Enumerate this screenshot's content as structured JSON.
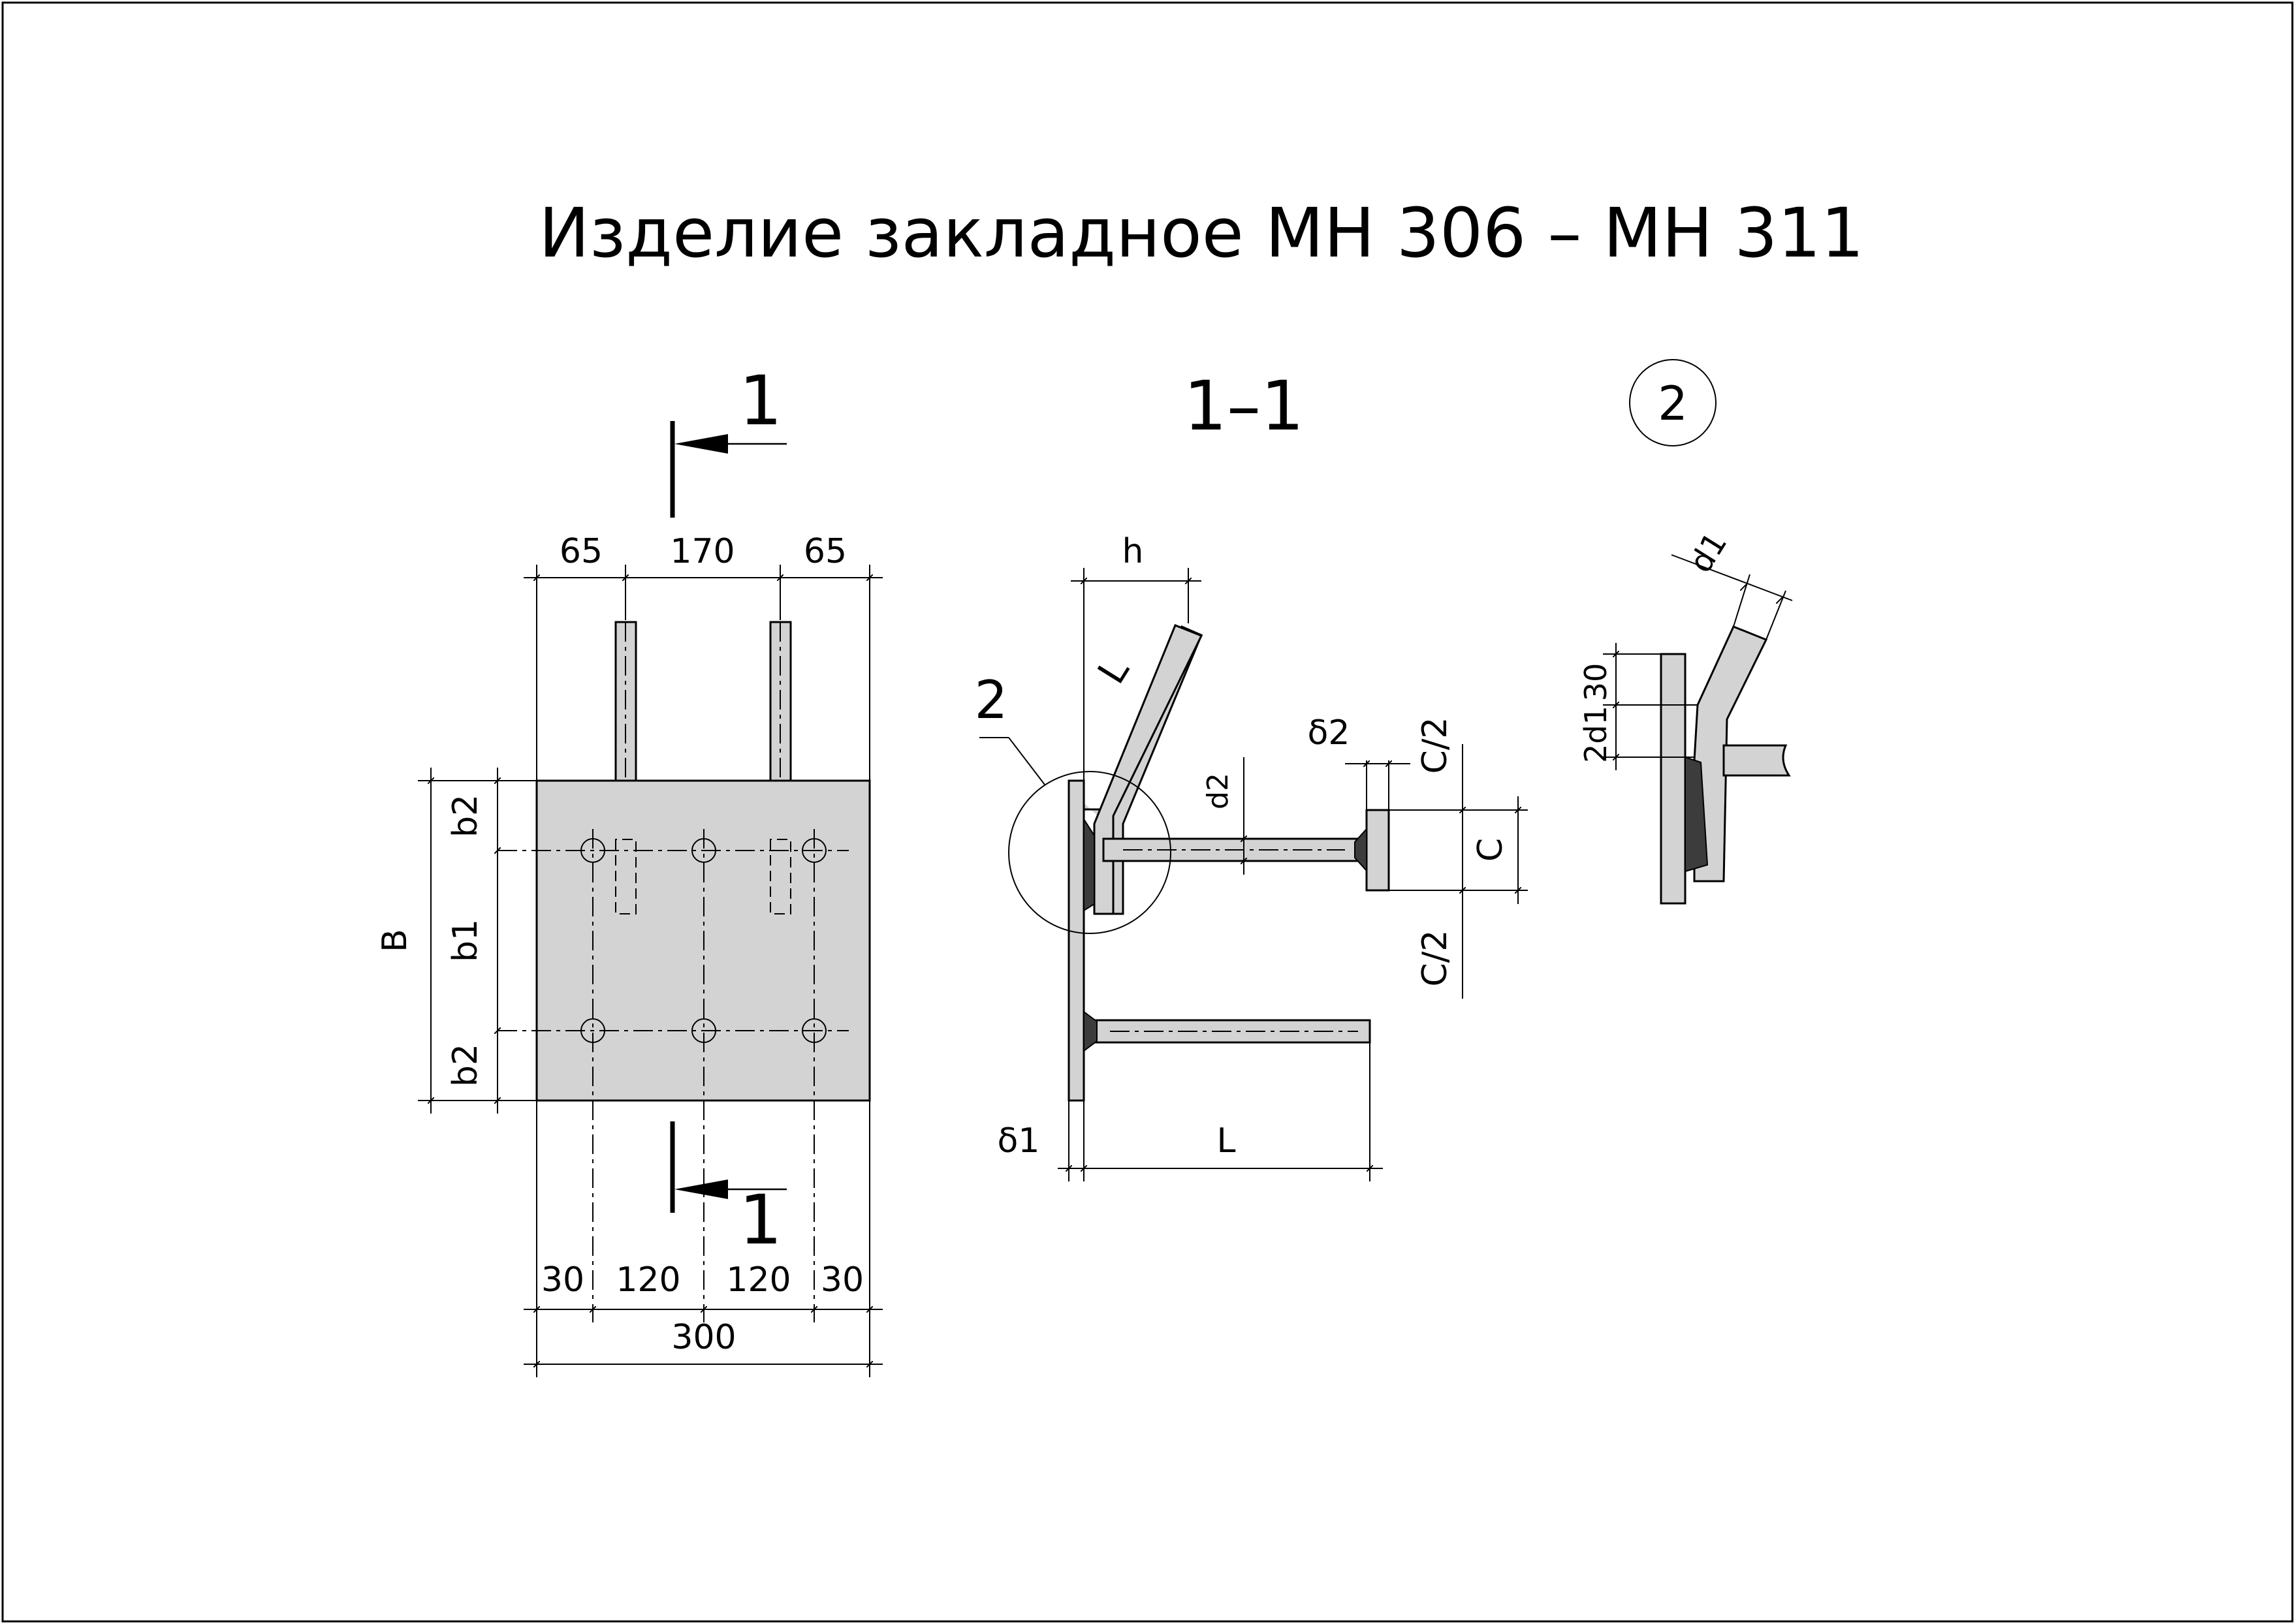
{
  "title": "Изделие закладное МН 306 – МН 311",
  "views": {
    "section_marker": "1",
    "section_title": "1–1",
    "detail_callout": "2"
  },
  "plan_view": {
    "top_dims": [
      "65",
      "170",
      "65"
    ],
    "bottom_dims": [
      "30",
      "120",
      "120",
      "30"
    ],
    "overall_width": "300",
    "left_dims": {
      "b2_top": "b2",
      "b1": "b1",
      "b2_bottom": "b2",
      "overall": "B"
    }
  },
  "section_view": {
    "labels": {
      "h": "h",
      "L_anchor": "L",
      "L": "L",
      "d2": "d2",
      "delta1": "δ1",
      "delta2": "δ2",
      "C": "C",
      "C_half_top": "C/2",
      "C_half_bottom": "C/2",
      "detail_ref": "2"
    }
  },
  "detail_view": {
    "labels": {
      "d1": "d1",
      "dim_30": "30",
      "dim_2d1": "2d1"
    }
  },
  "colors": {
    "plate_fill": "#d3d3d3",
    "weld_fill": "#3c3c3c",
    "line": "#000000"
  }
}
